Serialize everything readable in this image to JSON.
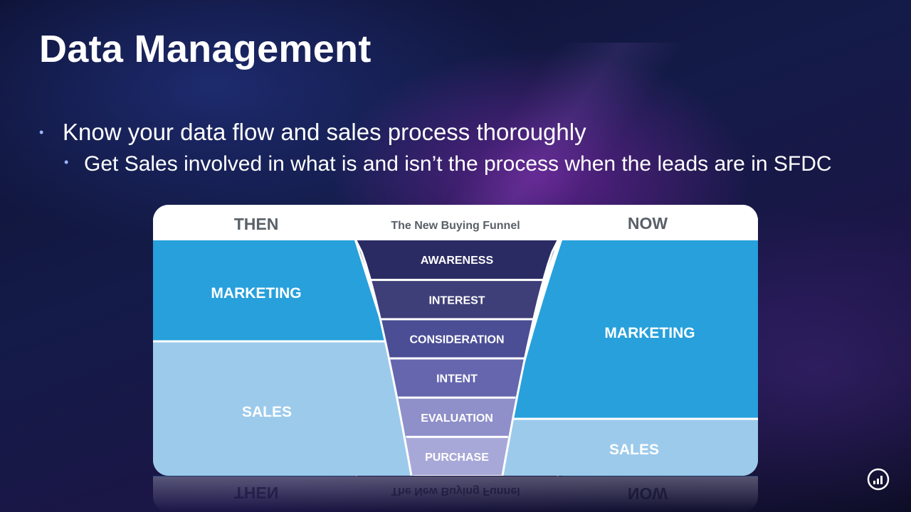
{
  "slide": {
    "title": "Data Management",
    "bullet_1": "Know your data flow and sales process thoroughly",
    "bullet_2": "Get Sales involved in what is and isn’t the process when the leads are in SFDC",
    "bullet_marker": "•"
  },
  "diagram": {
    "header_left": "THEN",
    "header_center": "The New Buying Funnel",
    "header_right": "NOW",
    "then": {
      "marketing": "MARKETING",
      "sales": "SALES"
    },
    "now": {
      "marketing": "MARKETING",
      "sales": "SALES"
    },
    "stages": [
      "AWARENESS",
      "INTEREST",
      "CONSIDERATION",
      "INTENT",
      "EVALUATION",
      "PURCHASE"
    ]
  },
  "colors": {
    "marketing_blue": "#27a0dc",
    "sales_blue": "#9ccaeb",
    "stage_colors": [
      "#2b2b63",
      "#3e3f78",
      "#4b4e95",
      "#6566ad",
      "#8f8fca",
      "#a8a8d8"
    ],
    "header_text": "#5a6068"
  },
  "logo": {
    "icon": "marketo-logo-icon"
  }
}
